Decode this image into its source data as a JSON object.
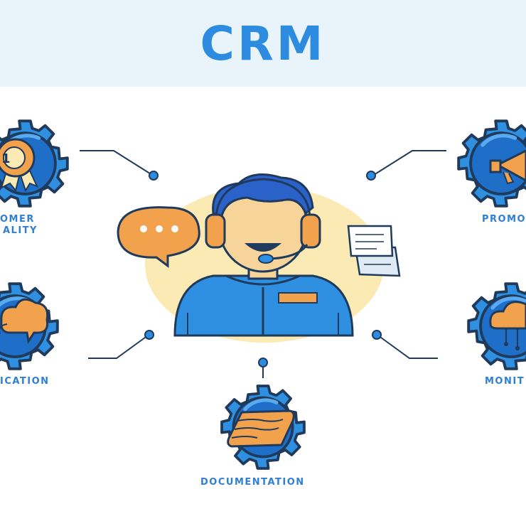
{
  "header": {
    "title": "CRM"
  },
  "labels": {
    "loyalty_line1": "OMER",
    "loyalty_line2": "ALITY",
    "promotion": "PROMO",
    "communication": "ICATION",
    "monitoring": "MONIT",
    "documentation": "DOCUMENTATION"
  },
  "badge": {
    "rank": "1"
  },
  "colors": {
    "accent": "#2d8be0",
    "orange": "#f2a14c",
    "navy": "#1f3a5a",
    "yellow": "#fbeab4",
    "header_bg": "#e8f3fa"
  }
}
